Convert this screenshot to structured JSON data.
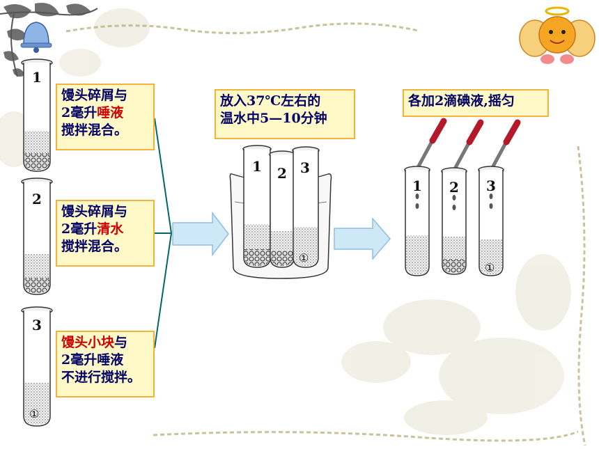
{
  "tubes_left": [
    {
      "number": "1",
      "line1": "馒头碎屑与",
      "line2_prefix": "2毫升",
      "line2_highlight": "唾液",
      "line3": "搅拌混合。"
    },
    {
      "number": "2",
      "line1": "馒头碎屑与",
      "line2_prefix": "2毫升",
      "line2_highlight": "清水",
      "line3": "搅拌混合。"
    },
    {
      "number": "3",
      "line1_highlight": "馒头小块",
      "line1_suffix": "与",
      "line2": "2毫升唾液",
      "line3": "不进行搅拌。"
    }
  ],
  "step2": {
    "line1": "放入37℃左右的",
    "line2": "温水中5—10分钟",
    "tube_numbers": [
      "1",
      "2",
      "3"
    ],
    "marker": "①"
  },
  "step3": {
    "label": "各加2滴碘液,摇匀",
    "tube_numbers": [
      "1",
      "2",
      "3"
    ],
    "marker": "①"
  },
  "left_tube_marker": "①",
  "colors": {
    "box_fill": "#fff9c8",
    "box_border": "#f3b23c",
    "text": "#000066",
    "highlight": "#cc0000",
    "arrow": "#cfe8f7",
    "connector": "#006666"
  }
}
